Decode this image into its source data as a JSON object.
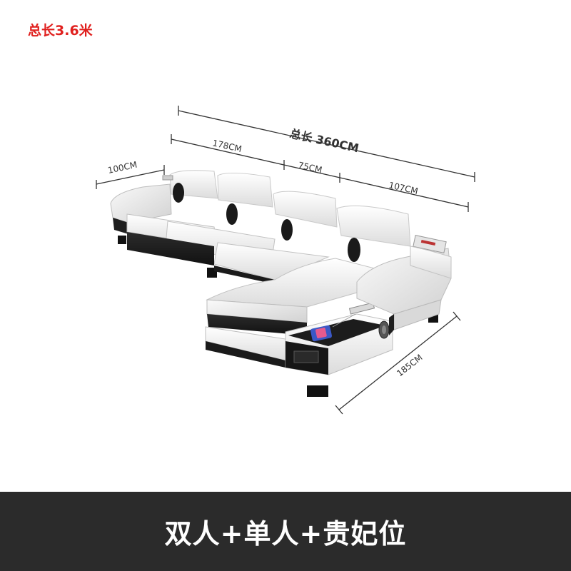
{
  "headline": "总长3.6米",
  "dimensions": {
    "total": "总长 360CM",
    "left_arm": "100CM",
    "double_seat": "178CM",
    "single_seat": "75CM",
    "chaise_width": "107CM",
    "chaise_depth": "185CM"
  },
  "footer": {
    "label": "双人+单人+贵妃位"
  },
  "colors": {
    "headline": "#e0201e",
    "footer_bg": "#2b2b2b",
    "sofa_leather": "#f4f4f4",
    "sofa_trim": "#1e1e1e"
  },
  "icons": [
    "sofa-illustration",
    "wireless-charger-icon",
    "speaker-icon"
  ]
}
